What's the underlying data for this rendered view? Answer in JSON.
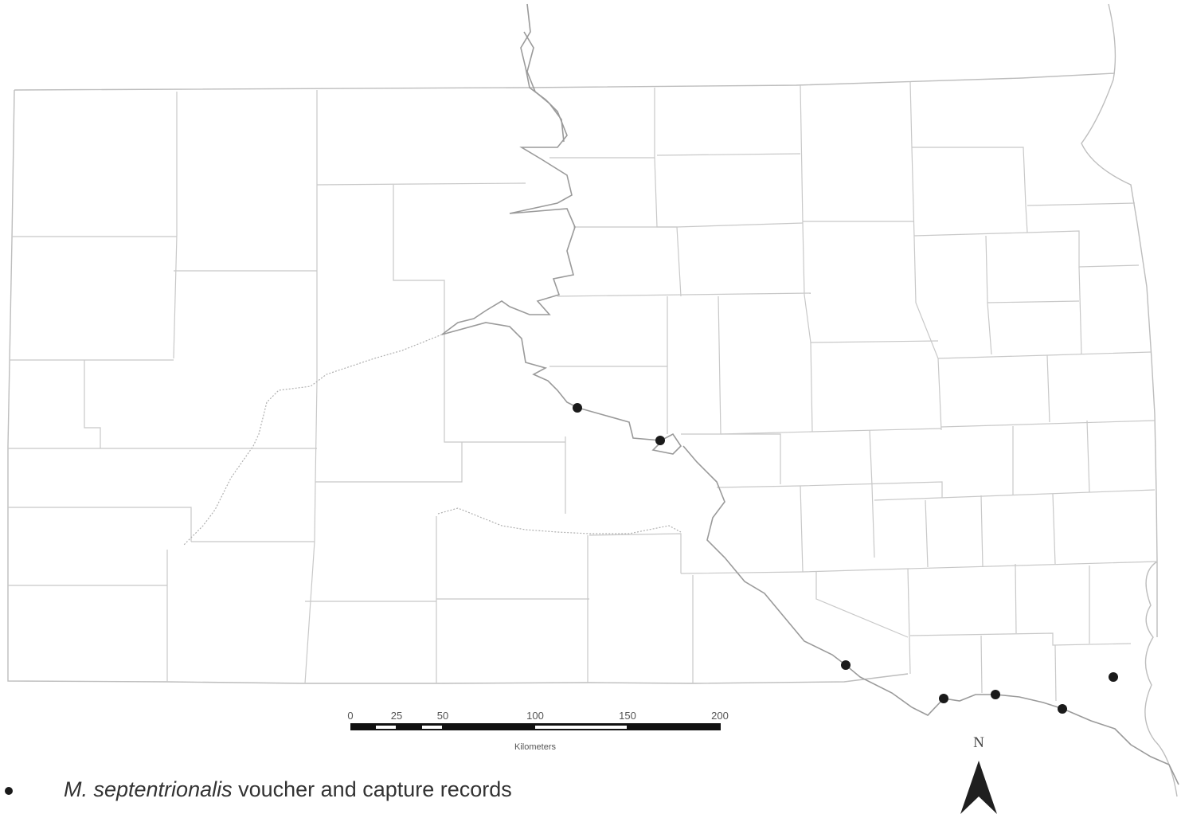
{
  "legend": {
    "species": "M. septentrionalis",
    "label": " voucher and capture records"
  },
  "scale_bar": {
    "ticks": [
      "0",
      "25",
      "50",
      "100",
      "150",
      "200"
    ],
    "unit": "Kilometers"
  },
  "north_arrow": {
    "letter": "N"
  },
  "colors": {
    "records": "#1a1a1a",
    "boundaries": "#c8c8c8",
    "river": "#9a9a9a"
  }
}
